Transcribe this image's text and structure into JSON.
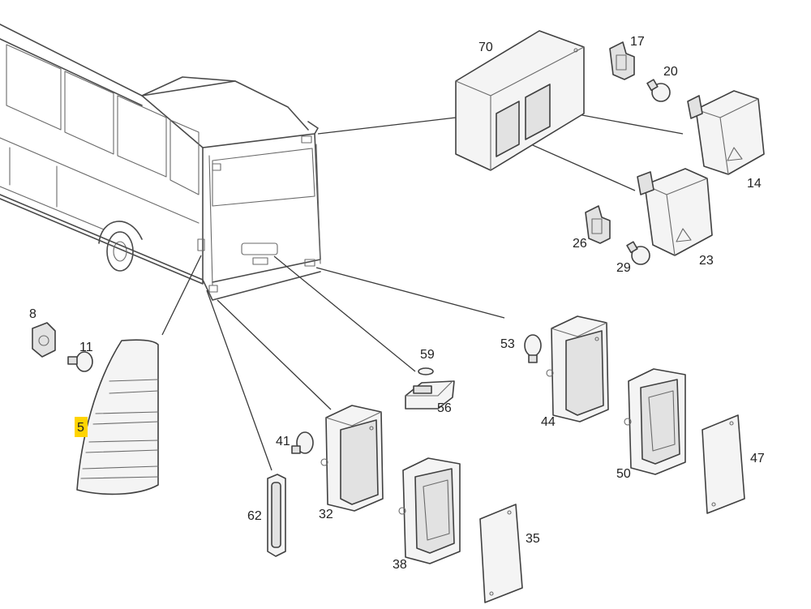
{
  "callouts": {
    "c70": "70",
    "c17": "17",
    "c20": "20",
    "c14": "14",
    "c26": "26",
    "c29": "29",
    "c23": "23",
    "c8": "8",
    "c11": "11",
    "c5": "5",
    "c59": "59",
    "c56": "56",
    "c53": "53",
    "c44": "44",
    "c41": "41",
    "c62": "62",
    "c32": "32",
    "c38": "38",
    "c35": "35",
    "c50": "50",
    "c47": "47"
  },
  "colors": {
    "highlight": "#ffd400",
    "line": "#404040",
    "part_fill": "#f4f4f4"
  },
  "highlighted_callout": "5"
}
